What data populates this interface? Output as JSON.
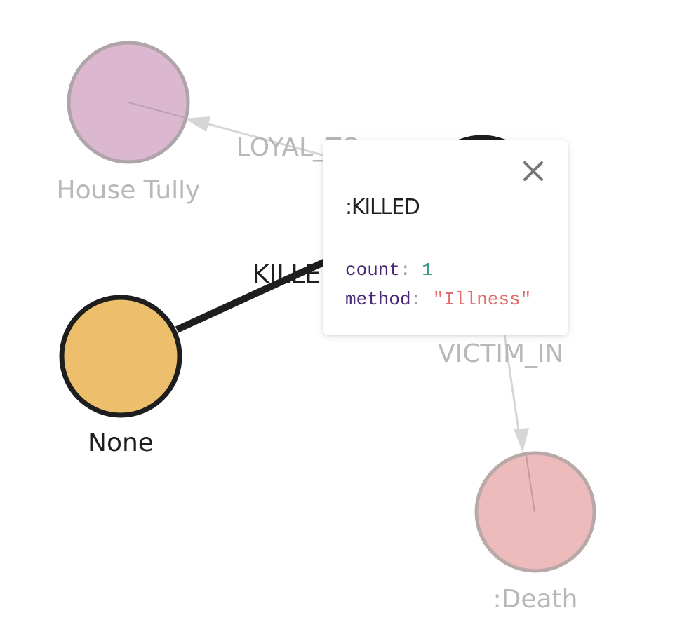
{
  "colors": {
    "house_node_fill": "#dcb8d0",
    "house_node_stroke": "#b0a4ab",
    "person_node_fill": "#edbf6c",
    "person_node_stroke": "#1e1e1e",
    "death_node_fill": "#edbbbb",
    "death_node_stroke": "#b8a8a8",
    "hidden_node_stroke": "#1e1e1e",
    "faded_edge": "#cfcfcf",
    "active_edge": "#1e1e1e",
    "faded_text": "#b8b8b8",
    "active_text": "#1e1e1e"
  },
  "graph": {
    "nodes": {
      "house_tully": {
        "caption": "House Tully"
      },
      "none": {
        "caption": "None"
      },
      "death": {
        "caption": ":Death"
      }
    },
    "relationships": {
      "loyal_to": {
        "caption": "LOYAL_TO"
      },
      "killed": {
        "caption": "KILLED"
      },
      "victim_in": {
        "caption": "VICTIM_IN"
      }
    }
  },
  "popup": {
    "close_icon": "close-icon",
    "title": ":KILLED",
    "properties": [
      {
        "key": "count",
        "value": "1",
        "type": "number"
      },
      {
        "key": "method",
        "value": "\"Illness\"",
        "type": "string"
      }
    ]
  }
}
